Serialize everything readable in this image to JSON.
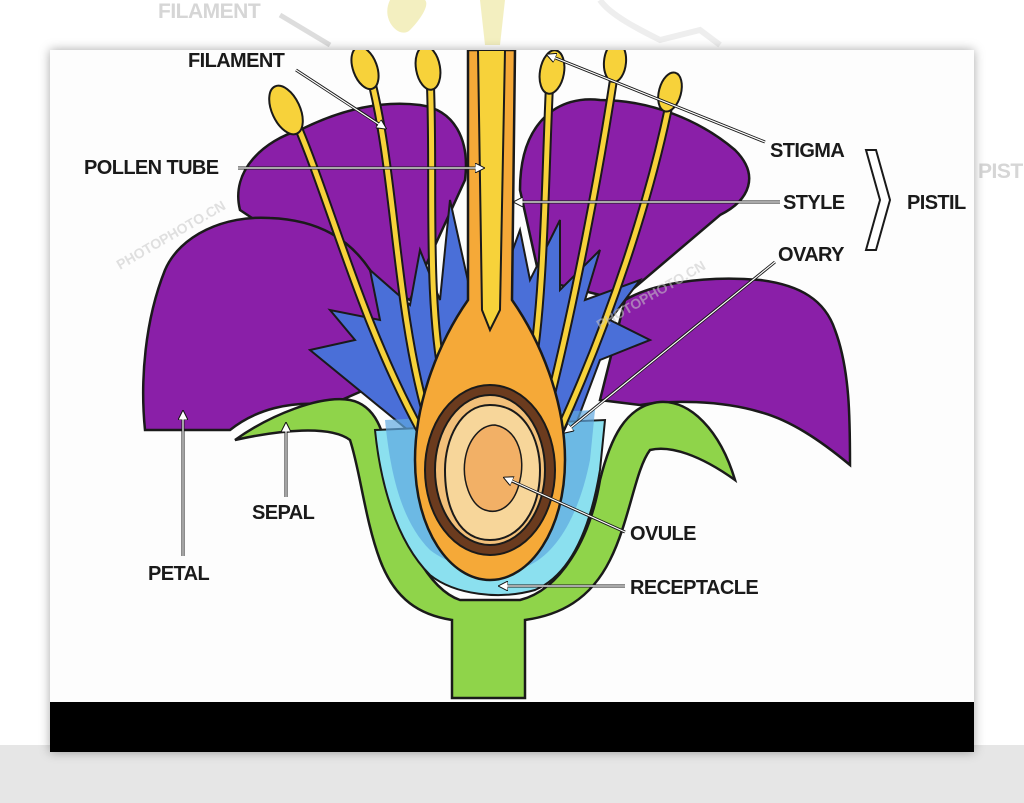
{
  "labels": {
    "filament": "FILAMENT",
    "pollen_tube": "POLLEN TUBE",
    "stigma": "STIGMA",
    "style": "STYLE",
    "pistil": "PISTIL",
    "ovary": "OVARY",
    "ovule": "OVULE",
    "receptacle": "RECEPTACLE",
    "sepal": "SEPAL",
    "petal": "PETAL"
  },
  "background_labels": {
    "filament": "FILAMENT",
    "pistil": "PISTIL"
  },
  "watermark": {
    "text": "PHOTOPHOTO.CN"
  },
  "colors": {
    "petal": "#8a1fa8",
    "sepal": "#8fd44a",
    "receptacle": "#8be0ef",
    "stamen": "#f7d23a",
    "ovary": "#f5a938",
    "ovule_core": "#f2c07a",
    "leaf_blue": "#4a6fd8",
    "footer": "#000000"
  }
}
